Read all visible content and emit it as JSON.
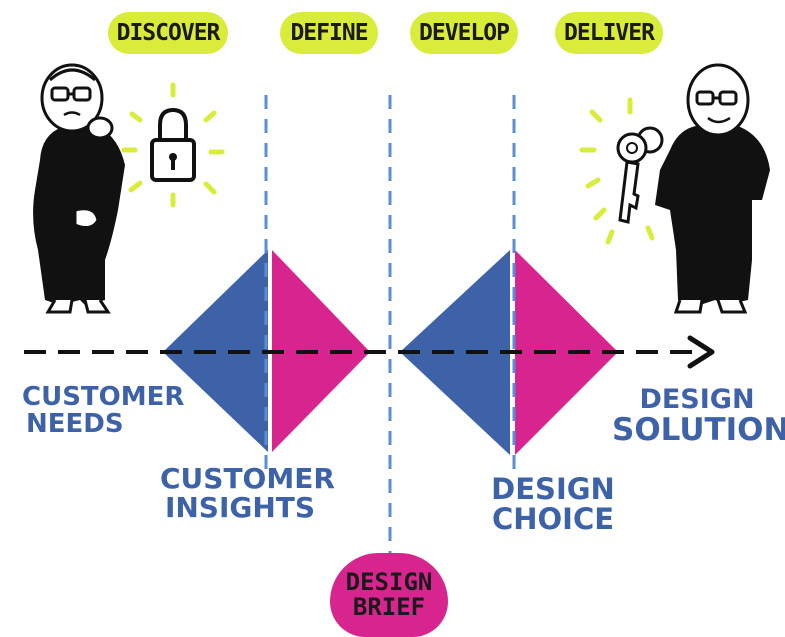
{
  "phases": [
    "DISCOVER",
    "DEFINE",
    "DEVELOP",
    "DELIVER"
  ],
  "labels": {
    "customer_needs": [
      "CUSTOMER",
      "NEEDS"
    ],
    "customer_insights": [
      "CUSTOMER",
      "INSIGHTS"
    ],
    "design_choice": [
      "DESIGN",
      "CHOICE"
    ],
    "design_solution": [
      "DESIGN",
      "SOLUTION"
    ],
    "design_brief": [
      "DESIGN",
      "BRIEF"
    ]
  },
  "colors": {
    "blue": "#3d62a8",
    "magenta": "#d8248f",
    "highlight": "#d9ec3a",
    "dashed_line": "#5b8ed6",
    "ink": "#111111"
  },
  "icons": [
    "padlock-icon",
    "key-icon",
    "arrow-right-icon"
  ]
}
